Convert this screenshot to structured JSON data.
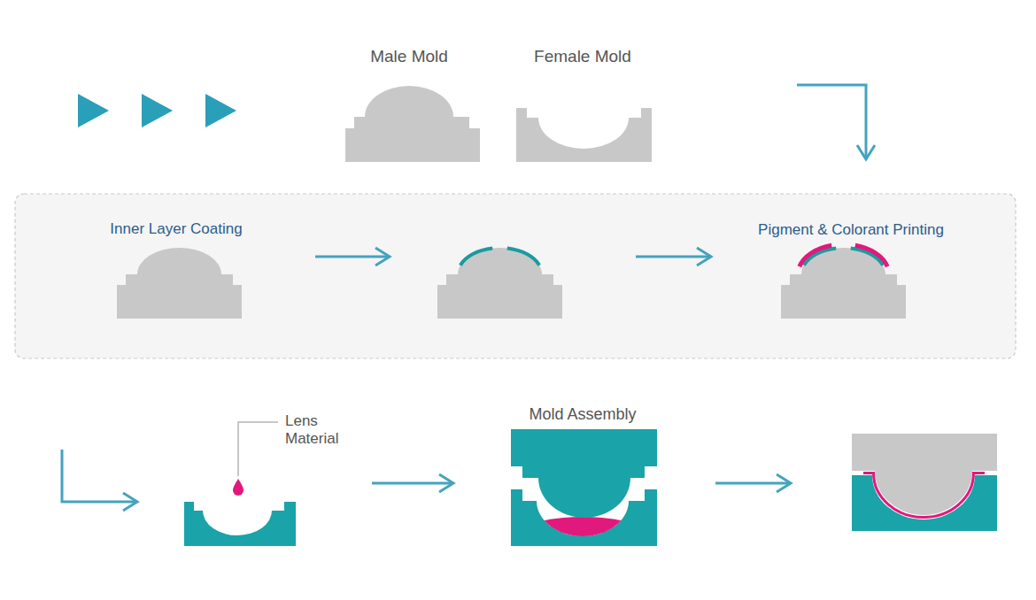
{
  "diagram": {
    "nodes": [
      {
        "text": [
          "Male Mold"
        ]
      },
      {
        "text": [
          "Female Mold"
        ]
      },
      {
        "text": [
          "Inner Layer Coating"
        ]
      },
      {
        "text": [
          "Pigment & Colorant Printing"
        ]
      },
      {
        "text": [
          "Lens Material"
        ]
      },
      {
        "text": [
          "Mold Assembly"
        ]
      }
    ],
    "edges": [
      {
        "from": 4,
        "to": 5,
        "arrow": "to"
      }
    ]
  }
}
